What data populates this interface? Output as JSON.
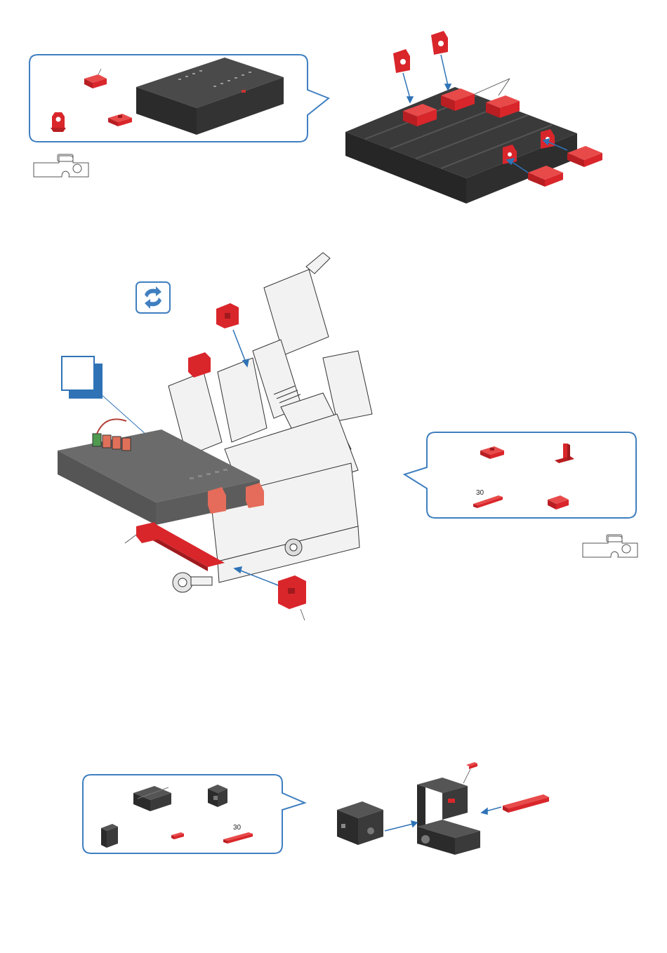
{
  "steps": [
    {
      "id": "step-1",
      "parts_callout": {
        "parts": [
          "building-block-15-red",
          "controller",
          "angle-block-red",
          "red-plate-15"
        ]
      },
      "has_baseplate_icon": true
    },
    {
      "id": "step-2",
      "rotate_icon": "rotate-arrows-icon",
      "parts_callout": {
        "parts": [
          "red-plate-15",
          "red-angle-bracket",
          "red-strip-30",
          "red-block-holder"
        ],
        "strip_label": "30"
      },
      "has_baseplate_icon": true
    },
    {
      "id": "step-3",
      "parts_callout": {
        "parts": [
          "black-building-block-30",
          "black-building-block-15",
          "black-block-5",
          "red-connector-small",
          "red-strip-30"
        ],
        "strip_label": "30"
      }
    }
  ],
  "colors": {
    "part_red": "#d9262b",
    "part_dark": "#3a3a3a",
    "callout_blue": "#3f7fc0",
    "arrow_blue": "#2f73b6"
  }
}
